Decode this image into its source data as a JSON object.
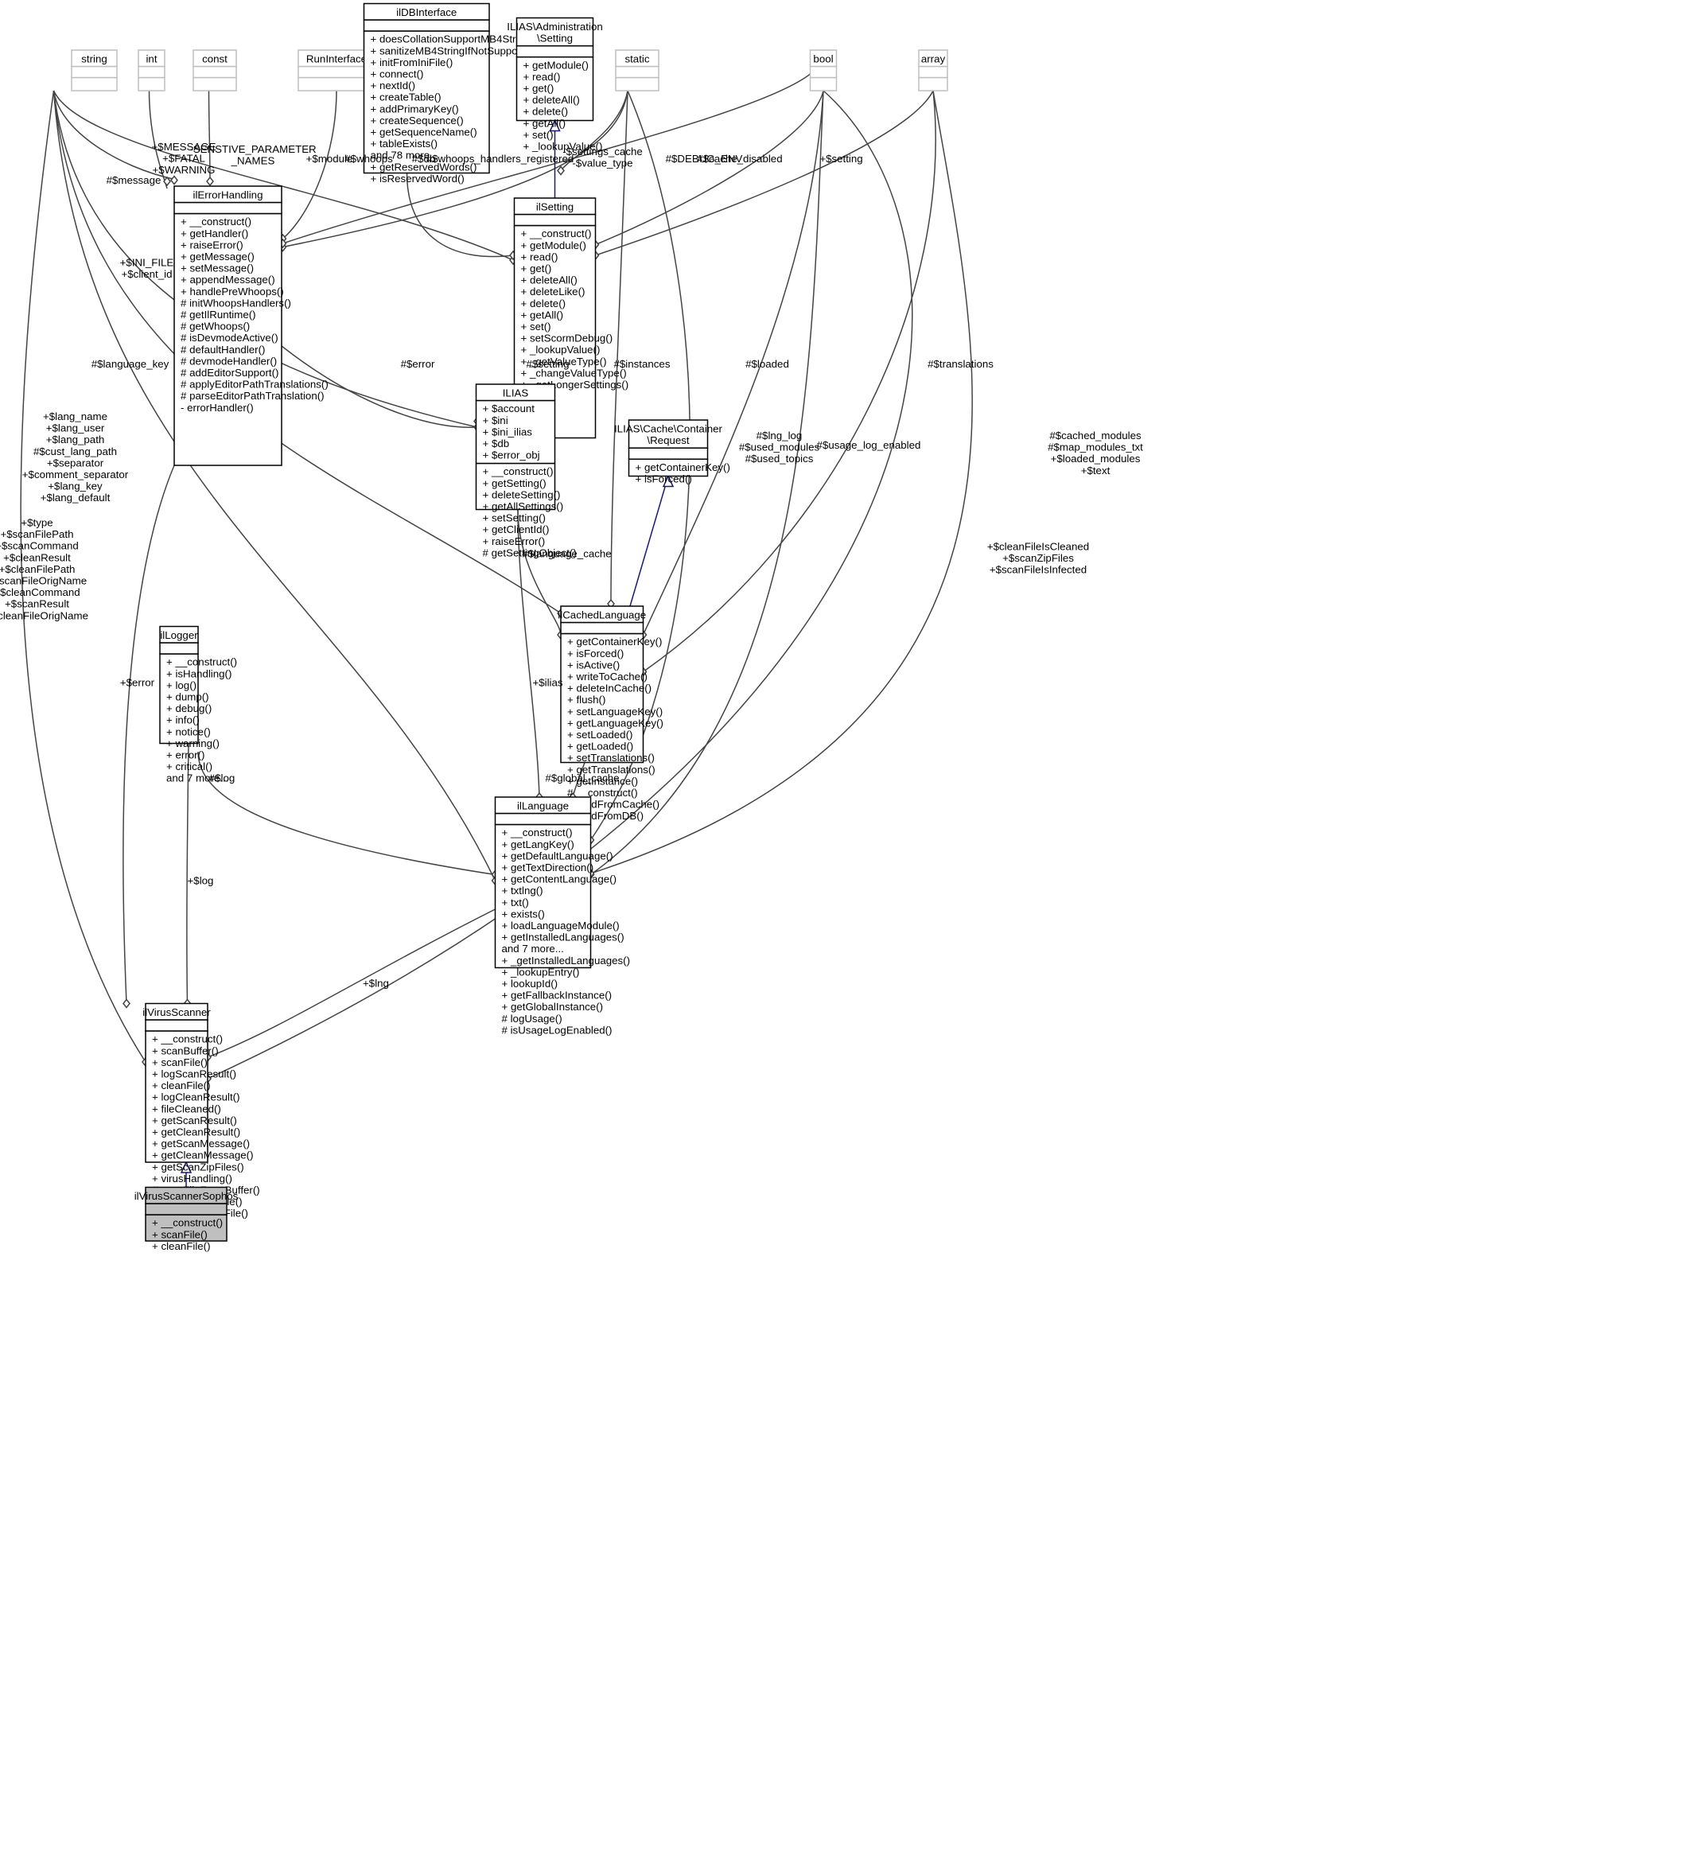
{
  "nodes": [
    {
      "id": "string",
      "title": [
        "string"
      ],
      "style": "gray",
      "members": [
        [],
        []
      ]
    },
    {
      "id": "int",
      "title": [
        "int"
      ],
      "style": "gray",
      "members": [
        [],
        []
      ]
    },
    {
      "id": "const",
      "title": [
        "const"
      ],
      "style": "gray",
      "members": [
        [],
        []
      ]
    },
    {
      "id": "runinterface",
      "title": [
        "RunInterface"
      ],
      "style": "gray",
      "members": [
        [],
        []
      ]
    },
    {
      "id": "ildbinterface",
      "title": [
        "ilDBInterface"
      ],
      "style": "normal",
      "members": [
        [],
        [
          "+ doesCollationSupportMB4Strings()",
          "+ sanitizeMB4StringIfNotSupported()",
          "+ initFromIniFile()",
          "+ connect()",
          "+ nextId()",
          "+ createTable()",
          "+ addPrimaryKey()",
          "+ createSequence()",
          "+ getSequenceName()",
          "+ tableExists()",
          "and 78 more...",
          "+ getReservedWords()",
          "+ isReservedWord()"
        ]
      ]
    },
    {
      "id": "adminsetting",
      "title": [
        "ILIAS\\Administration",
        "\\Setting"
      ],
      "style": "normal",
      "members": [
        [],
        [
          "+ getModule()",
          "+ read()",
          "+ get()",
          "+ deleteAll()",
          "+ delete()",
          "+ getAll()",
          "+ set()",
          "+ _lookupValue()"
        ]
      ]
    },
    {
      "id": "static",
      "title": [
        "static"
      ],
      "style": "gray",
      "members": [
        [],
        []
      ]
    },
    {
      "id": "bool",
      "title": [
        "bool"
      ],
      "style": "gray",
      "members": [
        [],
        []
      ]
    },
    {
      "id": "array",
      "title": [
        "array"
      ],
      "style": "gray",
      "members": [
        [],
        []
      ]
    },
    {
      "id": "ilerrorhandling",
      "title": [
        "ilErrorHandling"
      ],
      "style": "normal",
      "members": [
        [],
        [
          "+ __construct()",
          "+ getHandler()",
          "+ raiseError()",
          "+ getMessage()",
          "+ setMessage()",
          "+ appendMessage()",
          "+ handlePreWhoops()",
          "# initWhoopsHandlers()",
          "# getIlRuntime()",
          "# getWhoops()",
          "# isDevmodeActive()",
          "# defaultHandler()",
          "# devmodeHandler()",
          "# addEditorSupport()",
          "# applyEditorPathTranslations()",
          "# parseEditorPathTranslation()",
          "- errorHandler()"
        ]
      ]
    },
    {
      "id": "ilsetting",
      "title": [
        "ilSetting"
      ],
      "style": "normal",
      "members": [
        [],
        [
          "+ __construct()",
          "+ getModule()",
          "+ read()",
          "+ get()",
          "+ deleteAll()",
          "+ deleteLike()",
          "+ delete()",
          "+ getAll()",
          "+ set()",
          "+ setScormDebug()",
          "+ _lookupValue()",
          "+ _getValueType()",
          "+ _changeValueType()",
          "+ _getLongerSettings()"
        ]
      ]
    },
    {
      "id": "ilias",
      "title": [
        "ILIAS"
      ],
      "style": "normal",
      "members": [
        [
          "+ $account",
          "+ $ini",
          "+ $ini_ilias",
          "+ $db",
          "+ $error_obj"
        ],
        [
          "+ __construct()",
          "+ getSetting()",
          "+ deleteSetting()",
          "+ getAllSettings()",
          "+ setSetting()",
          "+ getClientId()",
          "+ raiseError()",
          "# getSettingObject()"
        ]
      ]
    },
    {
      "id": "cacherequest",
      "title": [
        "ILIAS\\Cache\\Container",
        "\\Request"
      ],
      "style": "normal",
      "members": [
        [],
        [
          "+ getContainerKey()",
          "+ isForced()"
        ]
      ]
    },
    {
      "id": "ilcachedlanguage",
      "title": [
        "ilCachedLanguage"
      ],
      "style": "normal",
      "members": [
        [],
        [
          "+ getContainerKey()",
          "+ isForced()",
          "+ isActive()",
          "+ writeToCache()",
          "+ deleteInCache()",
          "+ flush()",
          "+ setLanguageKey()",
          "+ getLanguageKey()",
          "+ setLoaded()",
          "+ getLoaded()",
          "+ setTranslations()",
          "+ getTranslations()",
          "+ getInstance()",
          "# __construct()",
          "# readFromCache()",
          "# readFromDB()"
        ]
      ]
    },
    {
      "id": "illogger",
      "title": [
        "ilLogger"
      ],
      "style": "normal",
      "members": [
        [],
        [
          "+ __construct()",
          "+ isHandling()",
          "+ log()",
          "+ dump()",
          "+ debug()",
          "+ info()",
          "+ notice()",
          "+ warning()",
          "+ error()",
          "+ critical()",
          "and 7 more..."
        ]
      ]
    },
    {
      "id": "illanguage",
      "title": [
        "ilLanguage"
      ],
      "style": "normal",
      "members": [
        [],
        [
          "+ __construct()",
          "+ getLangKey()",
          "+ getDefaultLanguage()",
          "+ getTextDirection()",
          "+ getContentLanguage()",
          "+ txtlng()",
          "+ txt()",
          "+ exists()",
          "+ loadLanguageModule()",
          "+ getInstalledLanguages()",
          "and 7 more...",
          "+ _getInstalledLanguages()",
          "+ _lookupEntry()",
          "+ lookupId()",
          "+ getFallbackInstance()",
          "+ getGlobalInstance()",
          "# logUsage()",
          "# isUsageLogEnabled()"
        ]
      ]
    },
    {
      "id": "ilvirusscanner",
      "title": [
        "ilVirusScanner"
      ],
      "style": "normal",
      "members": [
        [],
        [
          "+ __construct()",
          "+ scanBuffer()",
          "+ scanFile()",
          "+ logScanResult()",
          "+ cleanFile()",
          "+ logCleanResult()",
          "+ fileCleaned()",
          "+ getScanResult()",
          "+ getCleanResult()",
          "+ getScanMessage()",
          "+ getCleanMessage()",
          "+ getScanZipFiles()",
          "+ virusHandling()",
          "# scanFileFromBuffer()",
          "# createBufferFile()",
          "# removeBufferFile()"
        ]
      ]
    },
    {
      "id": "ilvirusscannersophos",
      "title": [
        "ilVirusScannerSophos"
      ],
      "style": "focus",
      "members": [
        [],
        [
          "+ __construct()",
          "+ scanFile()",
          "+ cleanFile()"
        ]
      ]
    }
  ],
  "edge_labels": [
    {
      "id": "msg",
      "lines": [
        "#$message"
      ]
    },
    {
      "id": "mfw",
      "lines": [
        "+$MESSAGE",
        "+$FATAL",
        "+$WARNING"
      ]
    },
    {
      "id": "sens",
      "lines": [
        "-SENSTIVE_PARAMETER",
        "_NAMES"
      ]
    },
    {
      "id": "module",
      "lines": [
        "+$module"
      ]
    },
    {
      "id": "whoops",
      "lines": [
        "#$whoops"
      ]
    },
    {
      "id": "db",
      "lines": [
        "#$db"
      ]
    },
    {
      "id": "whr",
      "lines": [
        "#$whoops_handlers_registered"
      ]
    },
    {
      "id": "setcache",
      "lines": [
        "-$settings_cache",
        "-$value_type"
      ]
    },
    {
      "id": "debugenv",
      "lines": [
        "#$DEBUG_ENV"
      ]
    },
    {
      "id": "cachedis",
      "lines": [
        "#$cache_disabled"
      ]
    },
    {
      "id": "setting",
      "lines": [
        "+$setting"
      ]
    },
    {
      "id": "inifile",
      "lines": [
        "+$INI_FILE",
        "+$client_id"
      ]
    },
    {
      "id": "error1",
      "lines": [
        "#$error"
      ]
    },
    {
      "id": "setting2",
      "lines": [
        "#$setting"
      ]
    },
    {
      "id": "langkey",
      "lines": [
        "#$language_key"
      ]
    },
    {
      "id": "instances",
      "lines": [
        "#$instances"
      ]
    },
    {
      "id": "loaded",
      "lines": [
        "#$loaded"
      ]
    },
    {
      "id": "translations",
      "lines": [
        "#$translations"
      ]
    },
    {
      "id": "langvars",
      "lines": [
        "+$lang_name",
        "+$lang_user",
        "+$lang_path",
        "#$cust_lang_path",
        "+$separator",
        "+$comment_separator",
        "+$lang_key",
        "+$lang_default"
      ]
    },
    {
      "id": "lnglog",
      "lines": [
        "#$lng_log",
        "#$used_modules",
        "#$used_topics"
      ]
    },
    {
      "id": "usagelog",
      "lines": [
        "#$usage_log_enabled"
      ]
    },
    {
      "id": "cachedmods",
      "lines": [
        "#$cached_modules",
        "#$map_modules_txt",
        "+$loaded_modules",
        "+$text"
      ]
    },
    {
      "id": "typevars",
      "lines": [
        "+$type",
        "+$scanFilePath",
        "+$scanCommand",
        "+$cleanResult",
        "+$cleanFilePath",
        "+$scanFileOrigName",
        "+$cleanCommand",
        "+$scanResult",
        "+$cleanFileOrigName"
      ]
    },
    {
      "id": "langcache",
      "lines": [
        "#$language_cache"
      ]
    },
    {
      "id": "cleanvars",
      "lines": [
        "+$cleanFileIsCleaned",
        "+$scanZipFiles",
        "+$scanFileIsInfected"
      ]
    },
    {
      "id": "error2",
      "lines": [
        "+$error"
      ]
    },
    {
      "id": "ilias2",
      "lines": [
        "+$ilias"
      ]
    },
    {
      "id": "log1",
      "lines": [
        "#$log"
      ]
    },
    {
      "id": "globalcache",
      "lines": [
        "#$global_cache"
      ]
    },
    {
      "id": "log2",
      "lines": [
        "+$log"
      ]
    },
    {
      "id": "lng",
      "lines": [
        "+$lng"
      ]
    }
  ]
}
